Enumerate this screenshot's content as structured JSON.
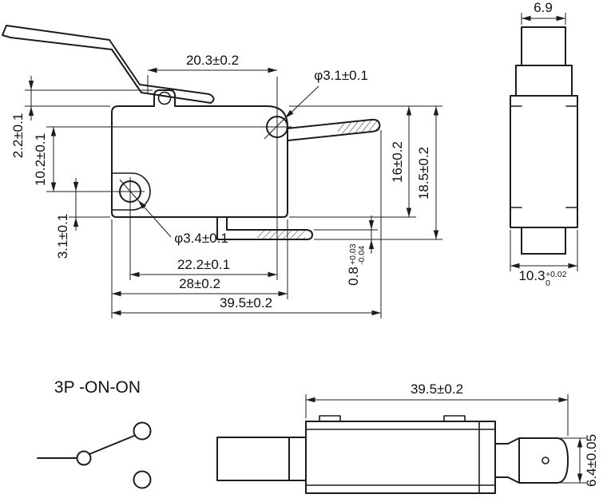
{
  "drawing": {
    "type": "micro-switch dimensioned technical drawing",
    "colors": {
      "line": "#1c1c1c",
      "background": "#ffffff"
    }
  },
  "front_view": {
    "top_width": "20.3±0.2",
    "top_hole_dia": "φ3.1±0.1",
    "lever_mount_height": "2.2±0.1",
    "hole_spacing": "10.2±0.1",
    "bottom_offset": "3.1±0.1",
    "inner_height": "16±0.2",
    "overall_height": "18.5±0.2",
    "bottom_hole_dia": "φ3.4±0.1",
    "hole_span": "22.2±0.1",
    "body_width": "28±0.2",
    "overall_width": "39.5±0.2",
    "terminal_thickness": {
      "value": "0.8",
      "tol_plus": "+0.03",
      "tol_minus": "-0.04"
    }
  },
  "side_view": {
    "button_width": "6.9",
    "body_width": {
      "value": "10.3",
      "tol_plus": "+0.02",
      "tol_lower": "0"
    }
  },
  "circuit": {
    "label": "3P -ON-ON"
  },
  "bottom_view": {
    "overall_length": "39.5±0.2",
    "terminal_diameter": "6.4±0.05"
  }
}
